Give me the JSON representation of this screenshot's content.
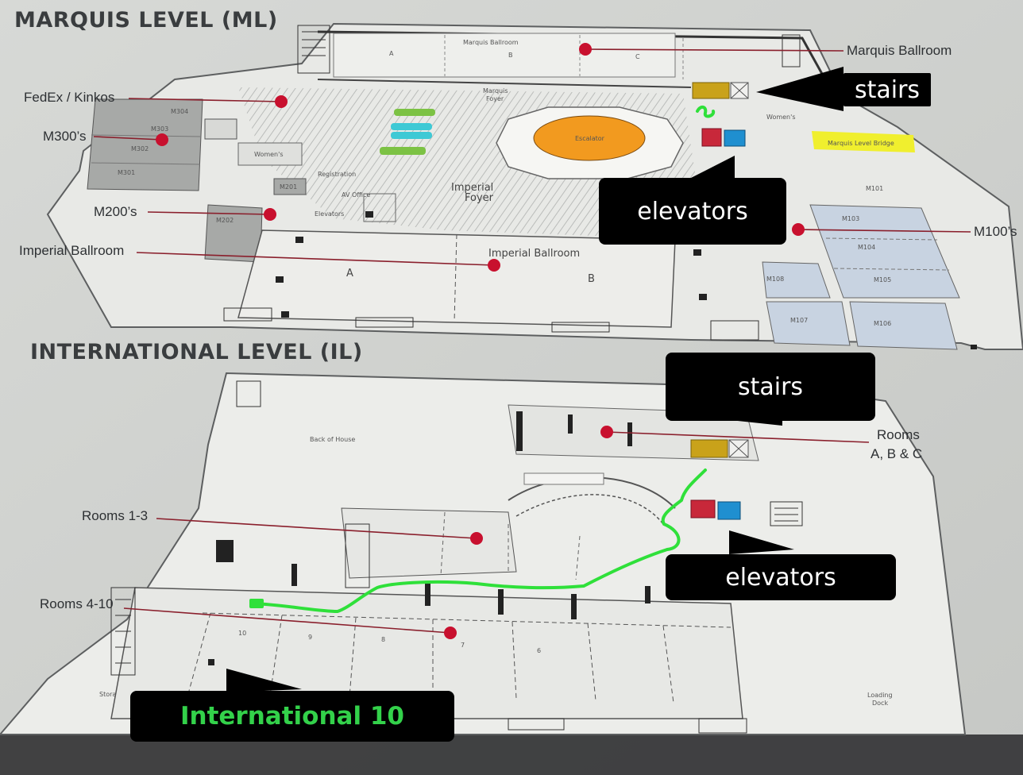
{
  "levels": {
    "marquis": "MARQUIS LEVEL (ML)",
    "international": "INTERNATIONAL LEVEL (IL)"
  },
  "labels": {
    "fedex": "FedEx / Kinkos",
    "m300": "M300’s",
    "m200": "M200’s",
    "imperial_ballroom": "Imperial Ballroom",
    "marquis_ballroom": "Marquis Ballroom",
    "m100": "M100’s",
    "rooms_1_3": "Rooms 1-3",
    "rooms_4_10": "Rooms 4-10",
    "rooms_abc_line1": "Rooms",
    "rooms_abc_line2": "A, B & C"
  },
  "callouts": {
    "stairs_top": "stairs",
    "elevators_top": "elevators",
    "stairs_bottom": "stairs",
    "elevators_bottom": "elevators",
    "destination": "International 10"
  },
  "plan_text": {
    "marquis_ballroom": "Marquis Ballroom",
    "marquis_foyer_1": "Marquis",
    "marquis_foyer_2": "Foyer",
    "imperial_foyer_1": "Imperial",
    "imperial_foyer_2": "Foyer",
    "imperial_ballroom": "Imperial Ballroom",
    "section_a": "A",
    "section_b": "B",
    "section_c": "C",
    "registration": "Registration",
    "av_office": "AV Office",
    "elevators": "Elevators",
    "womens": "Women's",
    "escalator": "Escalator",
    "back_of_house": "Back of House",
    "loading_dock_1": "Loading",
    "loading_dock_2": "Dock",
    "storage": "Stora",
    "bridge": "Marquis Level Bridge",
    "m101": "M101",
    "m103": "M103",
    "m104": "M104",
    "m105": "M105",
    "m106": "M106",
    "m107": "M107",
    "m108": "M108",
    "m202": "M202",
    "m201": "M201",
    "m301": "M301",
    "m302": "M302",
    "m303": "M303",
    "m304": "M304",
    "room_10": "10",
    "room_9": "9",
    "room_8": "8",
    "room_7": "7",
    "room_6": "6"
  },
  "colors": {
    "route": "#2fe03a",
    "stairs": "#c9a21a",
    "elevator_red": "#c8283a",
    "elevator_blue": "#1f8fd0",
    "rotunda": "#f29a1f",
    "pin": "#c8102e",
    "leader": "#8a1f2c",
    "bridge": "#f0ef2e"
  }
}
